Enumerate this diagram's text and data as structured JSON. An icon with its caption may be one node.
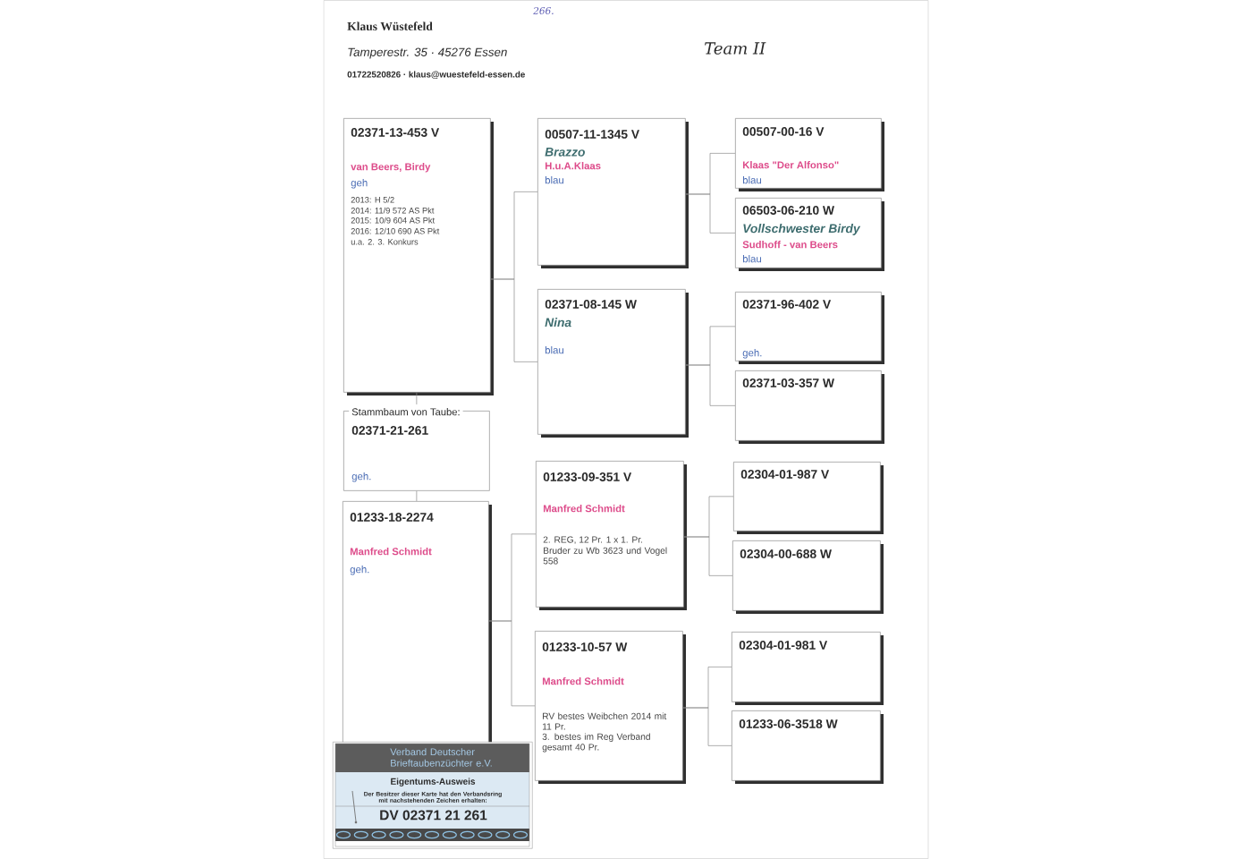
{
  "diagram": {
    "nodes": [
      {
        "text": [
          "02371-13-453 V",
          "van Beers, Birdy",
          "geh",
          "2013: H 5/2",
          "2014: 11/9 572 AS Pkt",
          "2015: 10/9 604 AS Pkt",
          "2016: 12/10 690 AS Pkt",
          "u.a. 2. 3. Konkurs"
        ]
      },
      {
        "text": [
          "Stammbaum von Taube:",
          "02371-21-261",
          "geh."
        ]
      },
      {
        "text": [
          "01233-18-2274",
          "Manfred Schmidt",
          "geh."
        ]
      },
      {
        "text": [
          "00507-11-1345 V",
          "Brazzo",
          "H.u.A.Klaas",
          "blau"
        ]
      },
      {
        "text": [
          "02371-08-145 W",
          "Nina",
          "blau"
        ]
      },
      {
        "text": [
          "01233-09-351 V",
          "Manfred Schmidt",
          "2. REG, 12 Pr. 1 x 1. Pr.",
          "Bruder zu Wb 3623 und Vogel 558"
        ]
      },
      {
        "text": [
          "01233-10-57 W",
          "Manfred Schmidt",
          "RV bestes Weibchen 2014 mit 11 Pr.",
          "3. bestes im Reg Verband gesamt 40 Pr."
        ]
      },
      {
        "text": [
          "00507-00-16 V",
          "Klaas \"Der Alfonso\"",
          "blau"
        ]
      },
      {
        "text": [
          "06503-06-210 W",
          "Vollschwester Birdy",
          "Sudhoff - van Beers",
          "blau"
        ]
      },
      {
        "text": [
          "02371-96-402 V",
          "geh."
        ]
      },
      {
        "text": [
          "02371-03-357 W"
        ]
      },
      {
        "text": [
          "02304-01-987 V"
        ]
      },
      {
        "text": [
          "02304-00-688 W"
        ]
      },
      {
        "text": [
          "02304-01-981 V"
        ]
      },
      {
        "text": [
          "01233-06-3518 W"
        ]
      },
      {
        "text": [
          "Verband Deutscher Brieftaubenzüchter e.V.",
          "Eigentums-Ausweis",
          "Der Besitzer dieser Karte hat den Verbandsring mit nachstehenden Zeichen erhalten:",
          "DV 02371 21 261"
        ]
      }
    ],
    "edges": [
      {
        "from": 1,
        "to": 0,
        "arrow": "none"
      },
      {
        "from": 1,
        "to": 2,
        "arrow": "none"
      },
      {
        "from": 0,
        "to": 3,
        "arrow": "none"
      },
      {
        "from": 0,
        "to": 4,
        "arrow": "none"
      },
      {
        "from": 2,
        "to": 5,
        "arrow": "none"
      },
      {
        "from": 2,
        "to": 6,
        "arrow": "none"
      },
      {
        "from": 3,
        "to": 7,
        "arrow": "none"
      },
      {
        "from": 3,
        "to": 8,
        "arrow": "none"
      },
      {
        "from": 4,
        "to": 9,
        "arrow": "none"
      },
      {
        "from": 4,
        "to": 10,
        "arrow": "none"
      },
      {
        "from": 5,
        "to": 11,
        "arrow": "none"
      },
      {
        "from": 5,
        "to": 12,
        "arrow": "none"
      },
      {
        "from": 6,
        "to": 13,
        "arrow": "none"
      },
      {
        "from": 6,
        "to": 14,
        "arrow": "none"
      }
    ],
    "labels": [
      "266.",
      "Klaus Wüstefeld",
      "Tamperestr. 35 · 45276 Essen",
      "01722520826 · klaus@wuestefeld-essen.de",
      "Team II"
    ]
  }
}
